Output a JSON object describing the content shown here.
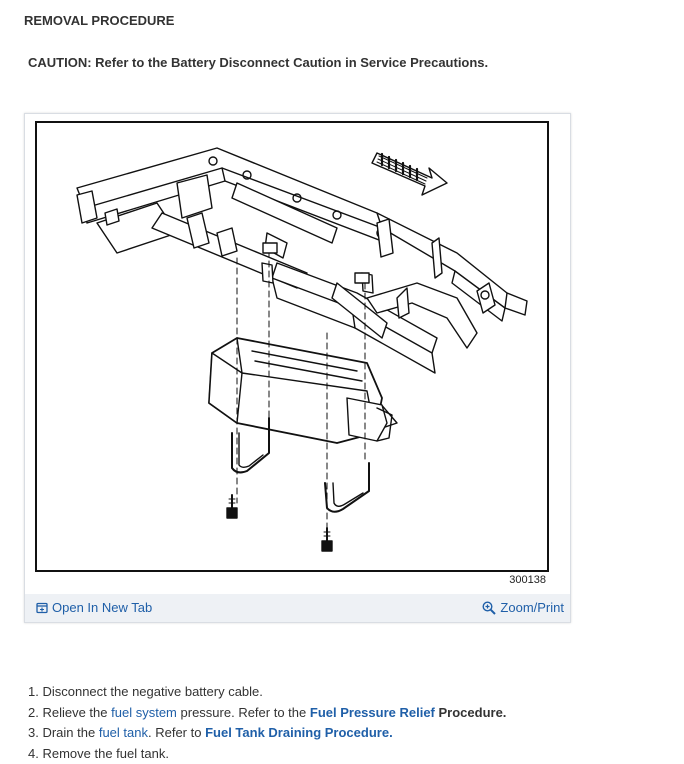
{
  "heading": "REMOVAL PROCEDURE",
  "caution": "CAUTION: Refer to the Battery Disconnect Caution in Service Precautions.",
  "figure": {
    "id": "300138",
    "open_tab_label": "Open In New Tab",
    "zoom_label": "Zoom/Print",
    "icons": [
      "open-in-new-tab-icon",
      "zoom-icon"
    ]
  },
  "steps": [
    {
      "num": "1.",
      "text": "Disconnect the negative battery cable."
    },
    {
      "num": "2.",
      "pre": "Relieve the",
      "link": "fuel system",
      "mid": "pressure. Refer to the",
      "bold_link": "Fuel Pressure Relief",
      "post": "Procedure."
    },
    {
      "num": "3.",
      "pre": "Drain the",
      "link": "fuel tank",
      "mid": ". Refer to",
      "bold_link": "Fuel Tank Draining Procedure",
      "post": "."
    },
    {
      "num": "4.",
      "text": "Remove the fuel tank."
    }
  ],
  "colors": {
    "link": "#1f5fa8",
    "toolbar_bg": "#eef1f5",
    "text": "#333333"
  }
}
